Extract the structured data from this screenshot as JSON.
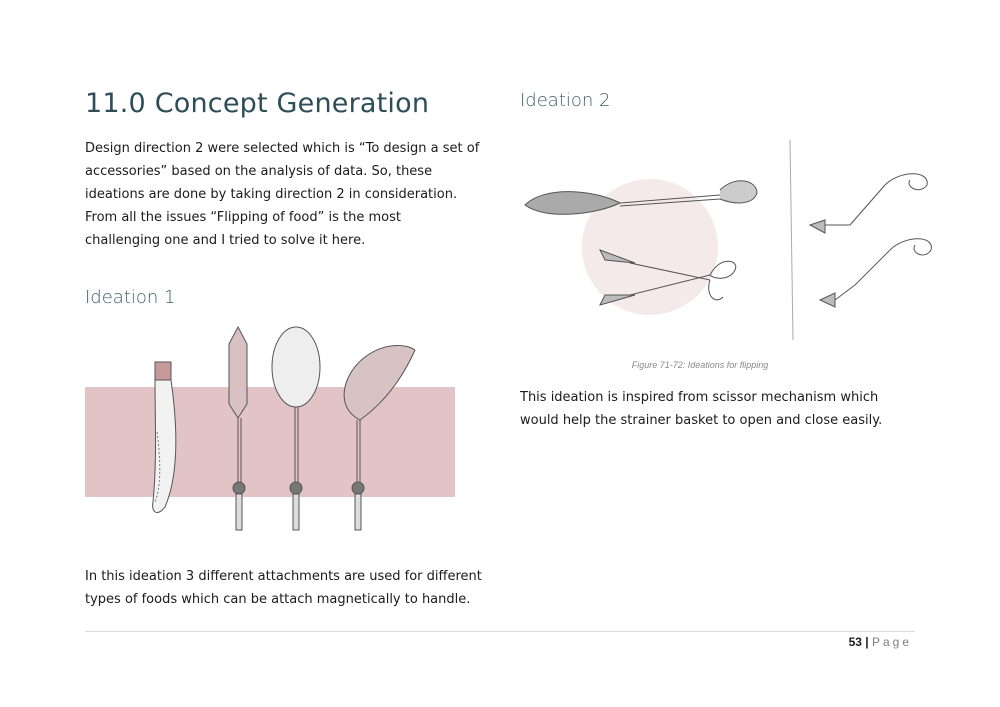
{
  "heading": "11.0 Concept Generation",
  "intro": "Design direction 2 were selected which is “To design a set of accessories” based on the analysis of data. So, these ideations are done by taking direction 2 in consideration. From all the issues “Flipping of food” is the most challenging one and I tried to solve it here.",
  "ideation1": {
    "title": "Ideation 1",
    "description": "In this ideation 3 different attachments are used for different types of foods which can be attach magnetically to handle."
  },
  "ideation2": {
    "title": "Ideation 2",
    "caption": "Figure 71-72: Ideations for flipping",
    "description": "This ideation is inspired from scissor mechanism which would help the strainer basket to open and close easily."
  },
  "footer": {
    "page_number": "53",
    "separator": "|",
    "page_label": "Page"
  },
  "colors": {
    "heading": "#2e4d57",
    "band": "#e3c4c6",
    "circle": "#f4eaea"
  }
}
